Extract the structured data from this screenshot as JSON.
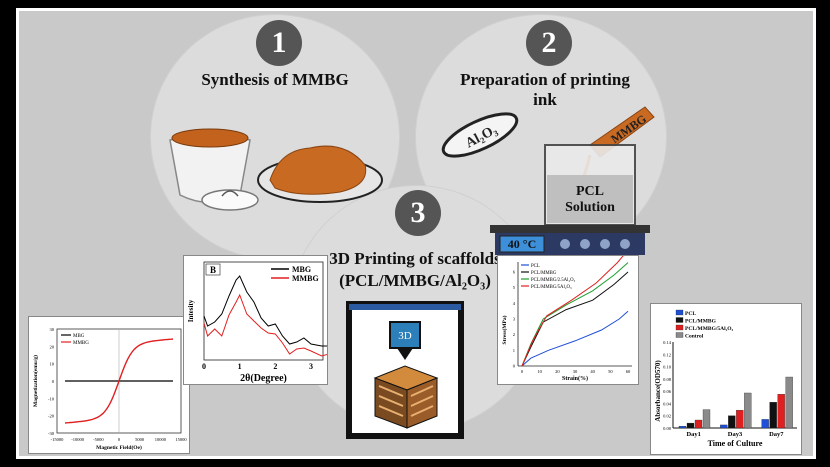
{
  "steps": [
    {
      "number": "1",
      "title": "Synthesis of MMBG"
    },
    {
      "number": "2",
      "title_line1": "Preparation of printing",
      "title_line2": "ink"
    },
    {
      "number": "3",
      "title_line1": "3D Printing of scaffolds",
      "title_line2": "(PCL/MMBG/Al₂O₃)"
    }
  ],
  "ink": {
    "beaker_line1": "PCL",
    "beaker_line2": "Solution",
    "temperature": "40 °C",
    "powder_label_al2o3": "Al₂O₃",
    "powder_label_mmbg": "MMBG"
  },
  "printer": {
    "head_label": "3D"
  },
  "charts": {
    "magnetization": {
      "type": "line",
      "ylabel": "Magnetization(emu/g)",
      "xlabel": "Magnetic Field(Oe)",
      "xticks": [
        "-15000",
        "-10000",
        "-5000",
        "0",
        "5000",
        "10000",
        "15000"
      ],
      "yticks": [
        "30",
        "20",
        "10",
        "0",
        "-10",
        "-20",
        "-30"
      ],
      "legend": [
        "MBG",
        "MMBG"
      ],
      "colors": [
        "#000000",
        "#e02020"
      ]
    },
    "xrd": {
      "type": "line",
      "panel_label": "B",
      "ylabel": "Intesity",
      "xlabel": "2θ(Degree)",
      "xticks": [
        "0",
        "1",
        "2",
        "3"
      ],
      "legend": [
        "MBG",
        "MMBG"
      ],
      "colors": [
        "#000000",
        "#e02020"
      ]
    },
    "stress_strain": {
      "type": "line",
      "ylabel": "Stress(MPa)",
      "xlabel": "Strain(%)",
      "xticks": [
        "0",
        "10",
        "20",
        "30",
        "40",
        "50",
        "60"
      ],
      "yticks": [
        "0",
        "1",
        "2",
        "3",
        "4",
        "5",
        "6"
      ],
      "legend": [
        "PCL",
        "PCL/MMBG",
        "PCL/MMBG/2.5Al₂O₃",
        "PCL/MMBG/5Al₂O₃"
      ],
      "colors": [
        "#1f4fd6",
        "#111111",
        "#1e9e2e",
        "#e02020"
      ]
    },
    "absorbance": {
      "type": "bar",
      "ylabel": "Absorbance(OD570)",
      "xlabel": "Time of Culture",
      "categories": [
        "Day1",
        "Day3",
        "Day7"
      ],
      "yticks": [
        "0.14",
        "0.12",
        "0.10",
        "0.08",
        "0.06",
        "0.04",
        "0.02",
        "0.00"
      ],
      "legend": [
        "PCL",
        "PCL/MMBG",
        "PCL/MMBG/5Al₂O₃",
        "Control"
      ],
      "colors": [
        "#1f4fd6",
        "#111111",
        "#e02020",
        "#8a8a8a"
      ],
      "ylim": [
        0,
        0.14
      ],
      "series_values": [
        [
          0.003,
          0.005,
          0.014
        ],
        [
          0.008,
          0.02,
          0.042
        ],
        [
          0.013,
          0.029,
          0.055
        ],
        [
          0.03,
          0.057,
          0.083
        ]
      ]
    }
  }
}
